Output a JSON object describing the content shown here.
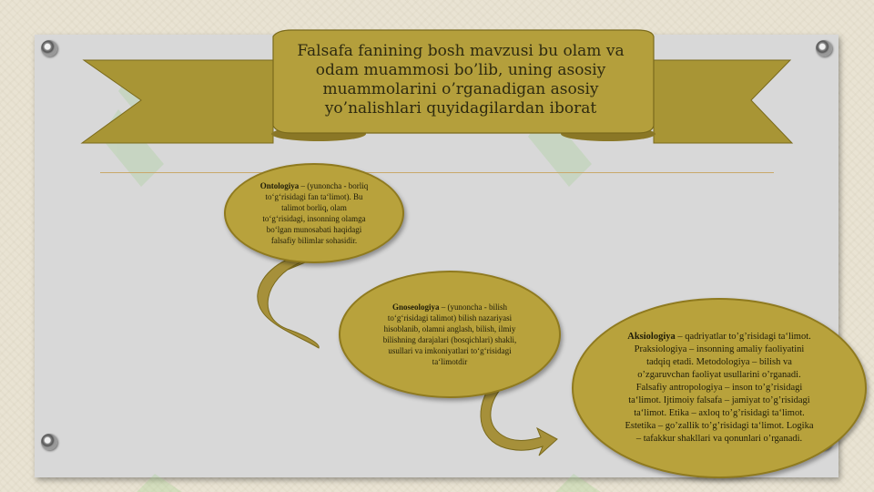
{
  "slide": {
    "title": "Falsafa fanining bosh mavzusi bu olam va odam muammosi bo’lib, uning asosiy muammolarini o’rganadigan asosiy yo’nalishlari quyidagilardan iborat"
  },
  "bubbles": [
    {
      "term": "Ontologiya",
      "text": " – (yunoncha - borliq to‘g‘risidagi fan ta‘limot). Bu talimot borliq, olam to‘g‘risidagi, insonning olamga bo‘lgan munosabati haqidagi falsafiy bilimlar sohasidir."
    },
    {
      "term": "Gnoseologiya",
      "text": " – (yunoncha - bilish to‘g‘risidagi talimot) bilish nazariyasi hisoblanib, olamni anglash, bilish, ilmiy bilishning darajalari (bosqichlari) shakli, usullari va imkoniyatlari to‘g‘risidagi ta‘limotdir"
    },
    {
      "term": "Aksiologiya",
      "text": " – qadriyatlar to’g’risidagi ta‘limot. Praksiologiya – insonning amaliy faoliyatini tadqiq etadi. Metodologiya – bilish va o’zgaruvchan faoliyat usullarini o’rganadi. Falsafiy antropologiya – inson to’g’risidagi ta‘limot. Ijtimoiy falsafa – jamiyat to’g’risidagi ta‘limot. Etika – axloq to’g’risidagi ta‘limot. Estetika – go’zallik to’g’risidagi ta‘limot. Logika – tafakkur shakllari va qonunlari o’rganadi."
    }
  ],
  "colors": {
    "background": "#e9e3d3",
    "board": "#d8d8d8",
    "gold": "#b8a23c",
    "gold_dark": "#8f7a1f",
    "text": "#2e2a10"
  }
}
